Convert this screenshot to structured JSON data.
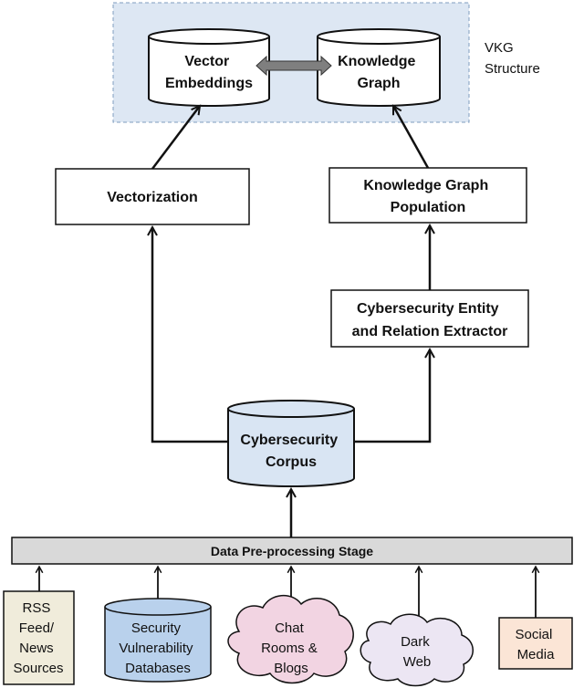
{
  "vkg_label": [
    "VKG",
    "Structure"
  ],
  "nodes": {
    "vector_embeddings": [
      "Vector",
      "Embeddings"
    ],
    "knowledge_graph": [
      "Knowledge",
      "Graph"
    ],
    "vectorization": [
      "Vectorization"
    ],
    "kg_population": [
      "Knowledge Graph",
      "Population"
    ],
    "extractor": [
      "Cybersecurity Entity",
      "and Relation Extractor"
    ],
    "corpus": [
      "Cybersecurity",
      "Corpus"
    ],
    "preprocessing": [
      "Data Pre-processing Stage"
    ]
  },
  "sources": {
    "rss": [
      "RSS",
      "Feed/",
      "News",
      "Sources"
    ],
    "security_db": [
      "Security",
      "Vulnerability",
      "Databases"
    ],
    "chat": [
      "Chat",
      "Rooms &",
      "Blogs"
    ],
    "dark_web": [
      "Dark",
      "Web"
    ],
    "social": [
      "Social",
      "Media"
    ]
  },
  "colors": {
    "vkg_region": "#dde7f3",
    "corpus_fill": "#d9e5f3",
    "db_fill": "#b9d1ec",
    "cloud_fill": "#f2d4e2",
    "dark_web_fill": "#ece6f3",
    "rss_fill": "#f0ecdb",
    "social_fill": "#fbe5d6",
    "preprocessing_fill": "#d9d9d9"
  }
}
